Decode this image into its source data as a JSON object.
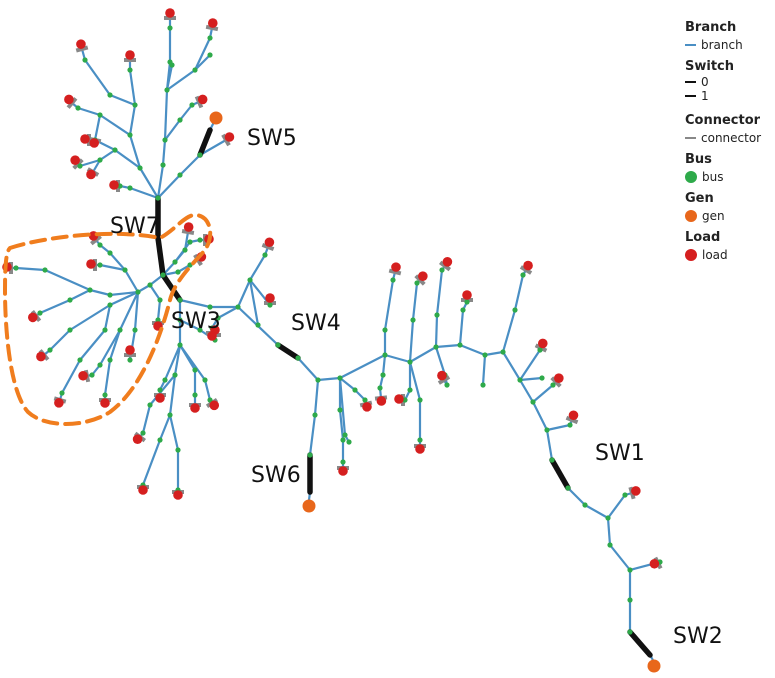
{
  "colors": {
    "branch": "#4a8fc4",
    "switch": "#111111",
    "connector": "#888888",
    "bus": "#2eaa4a",
    "gen": "#e8671b",
    "load": "#d51f1f",
    "highlight": "#f07d1e"
  },
  "switch_labels": [
    "SW1",
    "SW2",
    "SW3",
    "SW4",
    "SW5",
    "SW6",
    "SW7"
  ],
  "legend": {
    "branch": {
      "title": "Branch",
      "item": "branch"
    },
    "switch": {
      "title": "Switch",
      "items": [
        "0",
        "1"
      ]
    },
    "connector": {
      "title": "Connector",
      "item": "connector"
    },
    "bus": {
      "title": "Bus",
      "item": "bus"
    },
    "gen": {
      "title": "Gen",
      "item": "gen"
    },
    "load": {
      "title": "Load",
      "item": "load"
    }
  }
}
